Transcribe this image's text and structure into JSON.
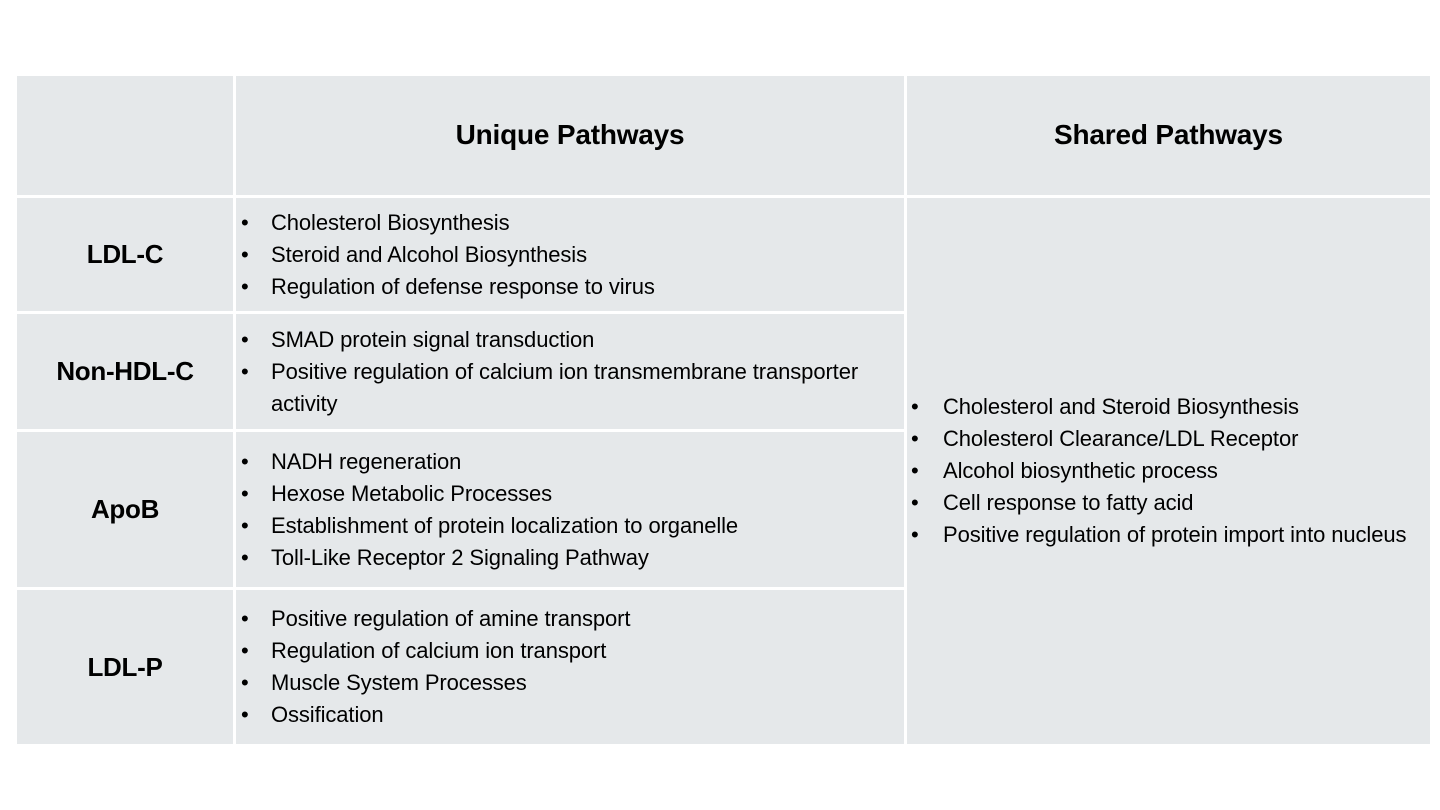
{
  "table": {
    "corner_label": "",
    "columns": [
      {
        "key": "unique",
        "header": "Unique Pathways"
      },
      {
        "key": "shared",
        "header": "Shared Pathways"
      }
    ],
    "rows": [
      {
        "label": "LDL-C",
        "unique_pathways": [
          "Cholesterol Biosynthesis",
          "Steroid and Alcohol Biosynthesis",
          "Regulation of defense response to virus"
        ]
      },
      {
        "label": "Non-HDL-C",
        "unique_pathways": [
          "SMAD protein signal transduction",
          "Positive regulation of calcium ion transmembrane transporter activity"
        ]
      },
      {
        "label": "ApoB",
        "unique_pathways": [
          "NADH regeneration",
          "Hexose Metabolic Processes",
          "Establishment of protein localization to organelle",
          "Toll-Like Receptor 2 Signaling Pathway"
        ]
      },
      {
        "label": "LDL-P",
        "unique_pathways": [
          "Positive regulation of amine transport",
          "Regulation of calcium ion transport",
          "Muscle System Processes",
          "Ossification"
        ]
      }
    ],
    "shared_pathways": [
      "Cholesterol and Steroid Biosynthesis",
      "Cholesterol Clearance/LDL Receptor",
      "Alcohol biosynthetic process",
      "Cell response to fatty acid",
      "Positive regulation of protein import into nucleus"
    ],
    "bullet_glyph": "•",
    "colors": {
      "cell_background": "#e5e8ea",
      "gridline": "#ffffff",
      "page_background": "#ffffff",
      "text": "#000000"
    }
  }
}
